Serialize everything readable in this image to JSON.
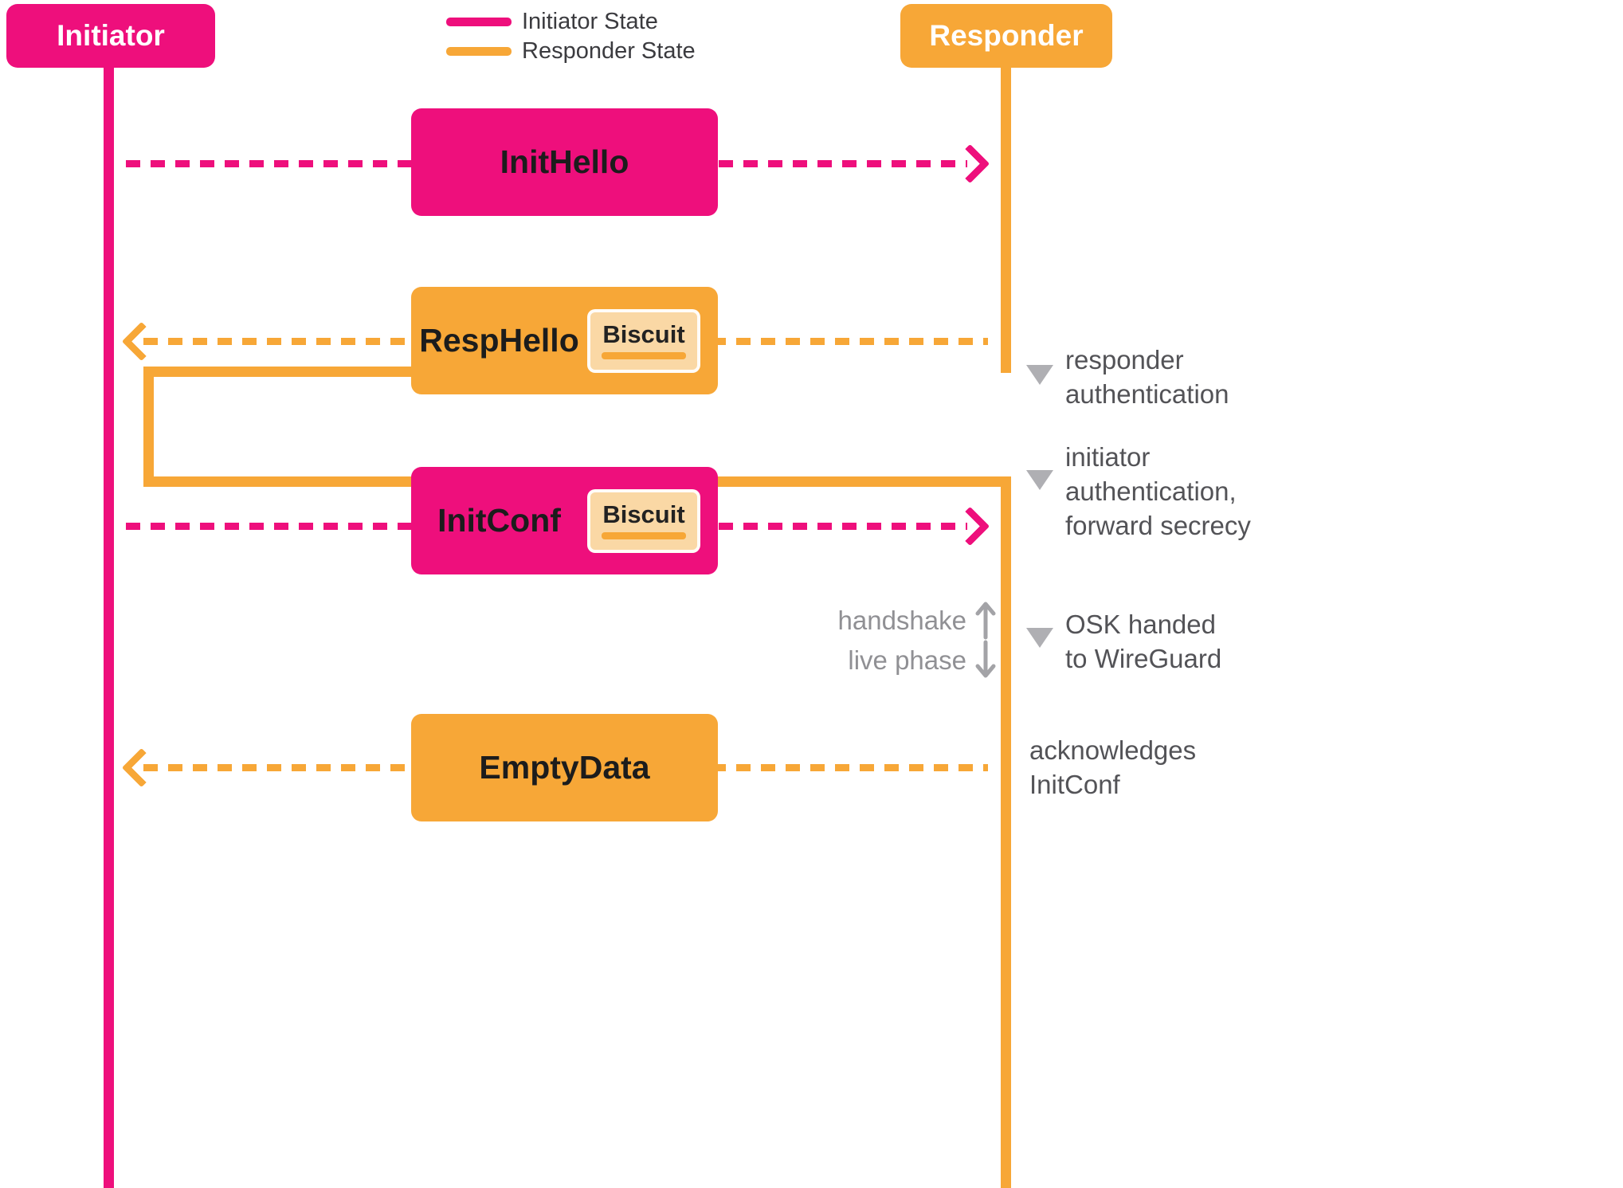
{
  "colors": {
    "initiator_pink": "#EE0F7C",
    "responder_orange": "#F7A737",
    "biscuit_fill": "#FAD8A5",
    "biscuit_border": "#FFF6E3",
    "message_text": "#1C1C1C",
    "annotation_text": "#535357",
    "phase_text": "#909094",
    "triangle_gray": "#AFAFB3"
  },
  "actors": {
    "initiator": "Initiator",
    "responder": "Responder"
  },
  "legend": {
    "initiator_state": "Initiator State",
    "responder_state": "Responder State"
  },
  "messages": {
    "init_hello": "InitHello",
    "resp_hello": "RespHello",
    "init_conf": "InitConf",
    "empty_data": "EmptyData"
  },
  "biscuit_label": "Biscuit",
  "annotations": {
    "responder_auth": "responder\nauthentication",
    "initiator_auth": "initiator\nauthentication,\nforward secrecy",
    "osk": "OSK handed\nto WireGuard",
    "ack": "acknowledges\nInitConf"
  },
  "phase": {
    "handshake": "handshake",
    "live": "live phase"
  }
}
